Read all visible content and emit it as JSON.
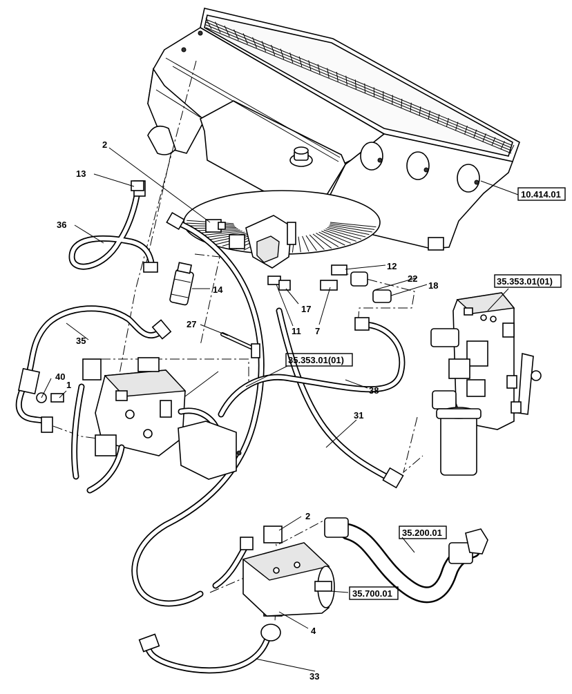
{
  "callouts": {
    "n1": "1",
    "n2a": "2",
    "n2b": "2",
    "n4": "4",
    "n7": "7",
    "n11": "11",
    "n12": "12",
    "n13": "13",
    "n14": "14",
    "n17": "17",
    "n18": "18",
    "n22": "22",
    "n27": "27",
    "n31": "31",
    "n33": "33",
    "n35": "35",
    "n36": "36",
    "n38": "38",
    "n40": "40"
  },
  "references": {
    "radiator": "10.414.01",
    "valve_right": "35.353.01(01)",
    "valve_left": "35.353.01(01)",
    "pump_line": "35.200.01",
    "pump": "35.700.01"
  }
}
